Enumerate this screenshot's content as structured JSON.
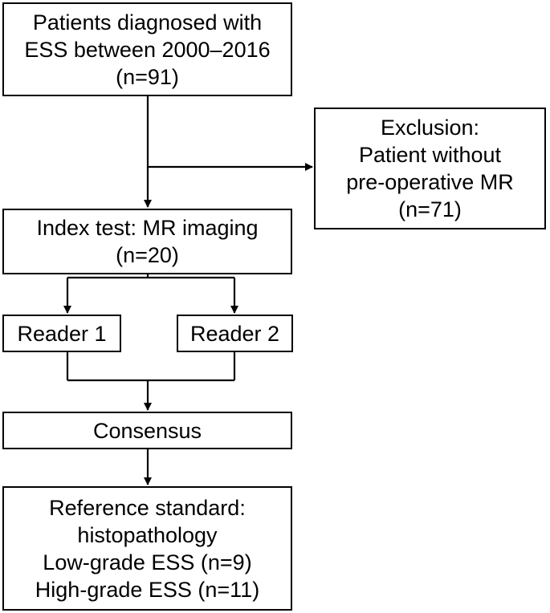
{
  "flow": {
    "patients": [
      "Patients diagnosed with",
      "ESS between 2000–2016",
      "(n=91)"
    ],
    "exclusion": [
      "Exclusion:",
      "Patient without",
      "pre-operative MR",
      "(n=71)"
    ],
    "index_test": [
      "Index test: MR imaging",
      "(n=20)"
    ],
    "reader1": "Reader 1",
    "reader2": "Reader 2",
    "consensus": "Consensus",
    "reference": [
      "Reference standard:",
      "histopathology",
      "Low-grade ESS (n=9)",
      "High-grade ESS (n=11)"
    ]
  }
}
